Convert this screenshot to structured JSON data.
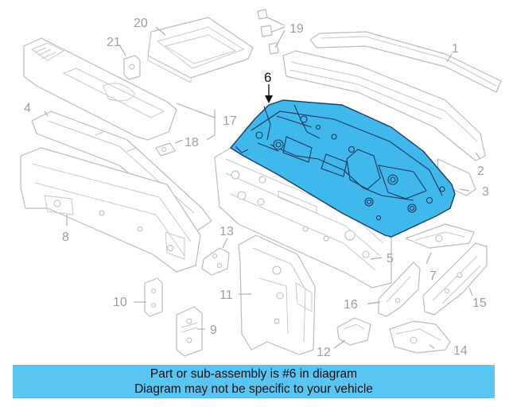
{
  "diagram": {
    "highlight_color": "#3fb8ec",
    "line_color": "#b7bdc4",
    "highlighted_part": "6",
    "callouts": [
      {
        "id": "c1",
        "label": "1"
      },
      {
        "id": "c2",
        "label": "2"
      },
      {
        "id": "c3",
        "label": "3"
      },
      {
        "id": "c4",
        "label": "4"
      },
      {
        "id": "c5",
        "label": "5"
      },
      {
        "id": "c6",
        "label": "6"
      },
      {
        "id": "c7",
        "label": "7"
      },
      {
        "id": "c8",
        "label": "8"
      },
      {
        "id": "c9",
        "label": "9"
      },
      {
        "id": "c10",
        "label": "10"
      },
      {
        "id": "c11",
        "label": "11"
      },
      {
        "id": "c12",
        "label": "12"
      },
      {
        "id": "c13",
        "label": "13"
      },
      {
        "id": "c14",
        "label": "14"
      },
      {
        "id": "c15",
        "label": "15"
      },
      {
        "id": "c16",
        "label": "16"
      },
      {
        "id": "c17",
        "label": "17"
      },
      {
        "id": "c18",
        "label": "18"
      },
      {
        "id": "c19",
        "label": "19"
      },
      {
        "id": "c20",
        "label": "20"
      },
      {
        "id": "c21",
        "label": "21"
      }
    ]
  },
  "banner": {
    "line1": "Part or sub-assembly is #6 in diagram",
    "line2": "Diagram may not be specific to your vehicle",
    "color": "#5bc5f2"
  }
}
